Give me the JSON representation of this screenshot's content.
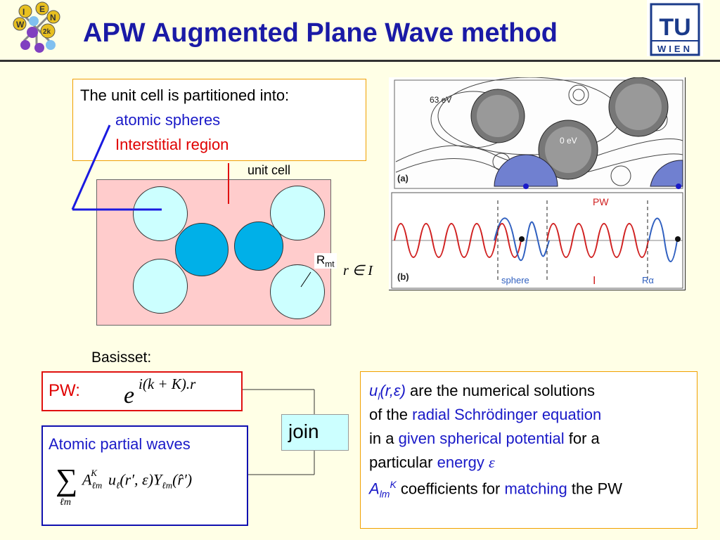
{
  "title": "APW Augmented Plane Wave method",
  "logo_left": {
    "letters": [
      "I",
      "E",
      "W",
      "N",
      "2k"
    ]
  },
  "logo_right": {
    "top": "TU",
    "bottom": "WIEN"
  },
  "partition": {
    "line1": "The unit cell is partitioned into:",
    "line2": "atomic spheres",
    "line3": "Interstitial region"
  },
  "unit_cell_label": "unit cell",
  "rmt": {
    "R": "R",
    "sub": "mt"
  },
  "interstitial_formula": "r ∈ I",
  "figure": {
    "label_a": "(a)",
    "label_b": "(b)",
    "energy_63": "63 eV",
    "energy_0": "0 eV",
    "pw_label": "PW",
    "sphere_label": "sphere",
    "i_label": "I",
    "r_alpha_label": "Rα"
  },
  "basisset_label": "Basisset:",
  "pw": {
    "label": "PW:",
    "e": "e",
    "exponent": "i(k + K).r"
  },
  "apw": {
    "label": "Atomic partial waves",
    "sum_sub": "ℓm"
  },
  "join_label": "join",
  "info": {
    "l1_u": "u",
    "l1_sub": "l",
    "l1_args": "(r,ε)",
    "l1_rest": " are the numerical solutions",
    "l2_a": "of the ",
    "l2_b": "radial Schrödinger equation",
    "l3_a": "in a ",
    "l3_b": "given spherical potential",
    "l3_c": " for a",
    "l4_a": "particular ",
    "l4_b": "energy",
    "l4_eps": "ε",
    "l5_A": "A",
    "l5_sub": "lm",
    "l5_sup": "K",
    "l5_a": " coefficients for ",
    "l5_b": "matching",
    "l5_c": " the PW"
  },
  "colors": {
    "title": "#1a1aa6",
    "background": "#ffffe6",
    "interstitial": "#ffcccc",
    "sphere_light": "#ccffff",
    "sphere_dark": "#00b0e8",
    "pw_border": "#e01010",
    "apw_border": "#1010b0"
  }
}
